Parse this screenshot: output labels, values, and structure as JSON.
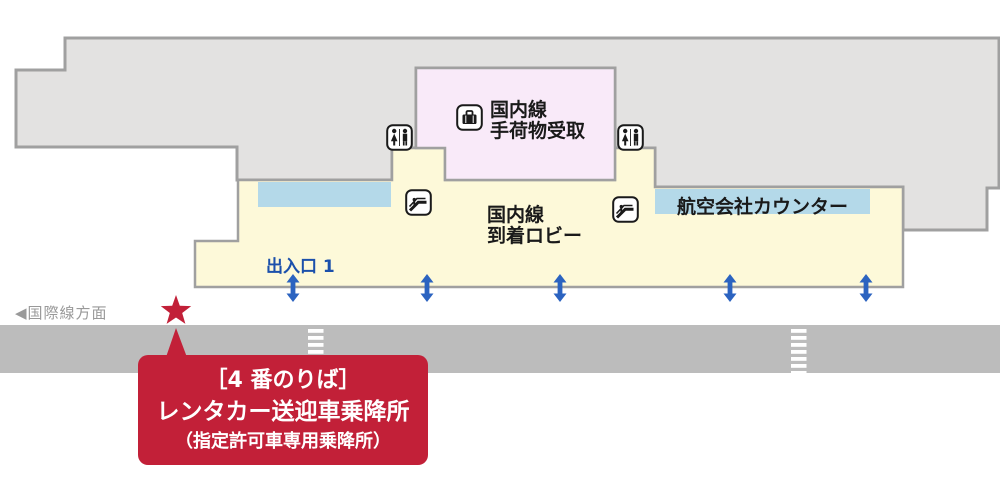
{
  "labels": {
    "international": "◀国際線方面",
    "entrance": "出入口 1",
    "baggage_room_line1": "国内線",
    "baggage_room_line2": "手荷物受取",
    "lobby_line1": "国内線",
    "lobby_line2": "到着ロビー",
    "airline_counter": "航空会社カウンター"
  },
  "callout": {
    "line1": "［4 番のりば］",
    "line2": "レンタカー送迎車乗降所",
    "line3": "（指定許可車専用乗降所）"
  },
  "icons": {
    "restroom": "restroom-icon",
    "escalator": "escalator-icon",
    "baggage": "baggage-claim-icon",
    "entrance_arrow": "entrance-arrow-icon",
    "star": "star-marker",
    "international_arrow": "left-triangle-icon"
  },
  "colors": {
    "building": "#e3e2e1",
    "outline": "#a0a0a0",
    "floor": "#fdf9d9",
    "room": "#f9eaf9",
    "counter_strip": "#b4d9e9",
    "road": "#bcbcbc",
    "arrow_blue": "#2b63c0",
    "entrance_blue": "#1b50ab",
    "gray_text": "#999999",
    "marker_red": "#c22038",
    "icon_black": "#1a1a1a"
  }
}
